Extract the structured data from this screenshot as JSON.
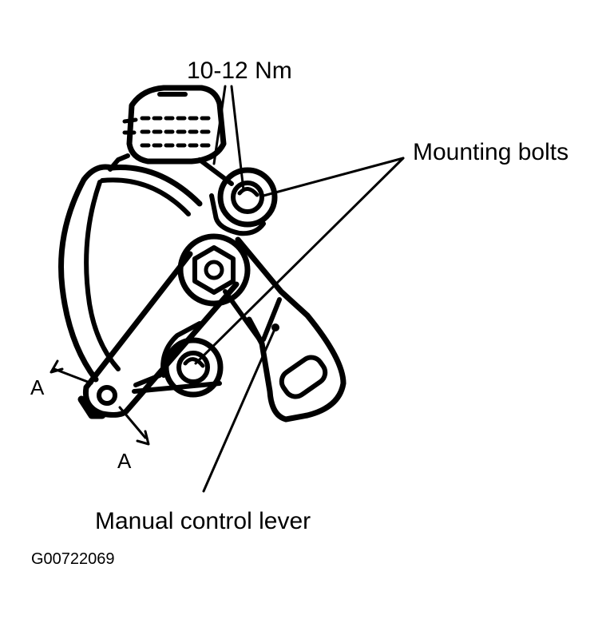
{
  "labels": {
    "torque": "10-12 Nm",
    "mounting_bolts": "Mounting bolts",
    "manual_control_lever": "Manual control lever",
    "section_a_top": "A",
    "section_a_bottom": "A"
  },
  "figure_code": "G00722069",
  "colors": {
    "ink": "#000000",
    "paper": "#ffffff"
  }
}
